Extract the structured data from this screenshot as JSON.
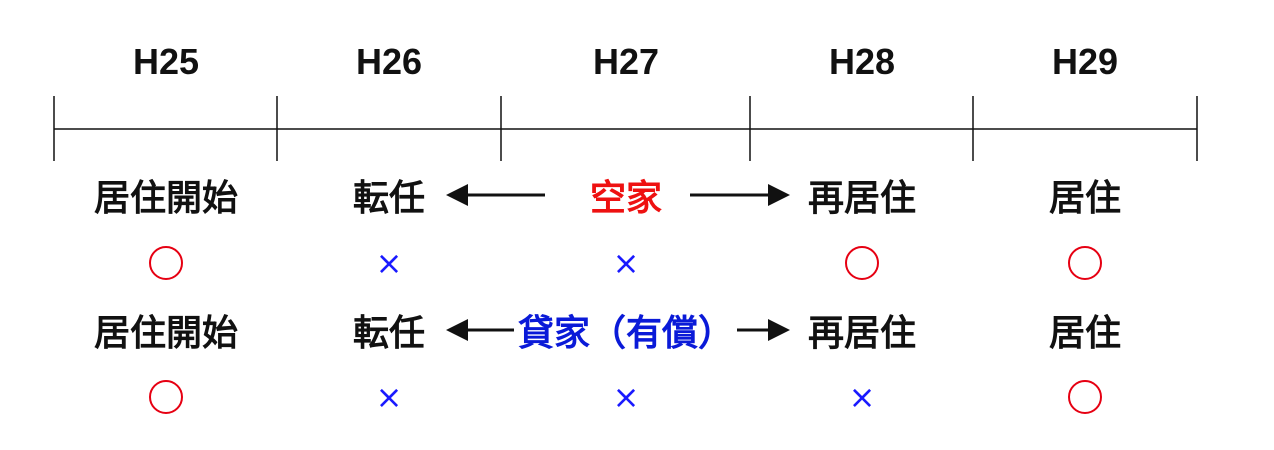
{
  "colors": {
    "line": "#111111",
    "red": "#ee1111",
    "blue": "#0a1ad8",
    "mark_red": "#e60012",
    "mark_blue": "#1a1aff"
  },
  "years": [
    "H25",
    "H26",
    "H27",
    "H28",
    "H29"
  ],
  "row1": {
    "labels": [
      "居住開始",
      "転任",
      "空家",
      "再居住",
      "居住"
    ],
    "marks": [
      "circle",
      "cross",
      "cross",
      "circle",
      "circle"
    ]
  },
  "row2": {
    "labels": [
      "居住開始",
      "転任",
      "貸家（有償）",
      "再居住",
      "居住"
    ],
    "marks": [
      "circle",
      "cross",
      "cross",
      "cross",
      "circle"
    ]
  }
}
